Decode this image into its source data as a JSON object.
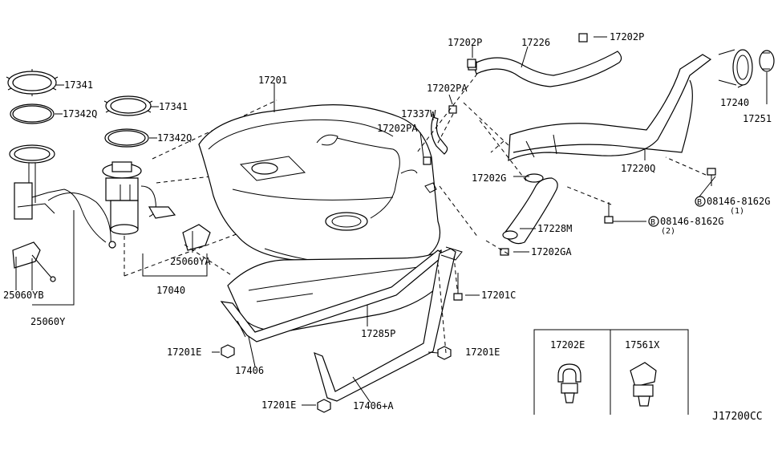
{
  "diagram_code": "J17200CC",
  "labels": {
    "p17341_a": "17341",
    "p17342q_a": "17342Q",
    "p17341_b": "17341",
    "p17342q_b": "17342Q",
    "p17201": "17201",
    "p17202p_a": "17202P",
    "p17226": "17226",
    "p17202p_b": "17202P",
    "p17202pa_a": "17202PA",
    "p17337w": "17337W",
    "p17202pa_b": "17202PA",
    "p17240": "17240",
    "p17251": "17251",
    "p17202g": "17202G",
    "p17220q": "17220Q",
    "p08146_1": "08146-8162G",
    "p08146_1_qty": "(1)",
    "p17228m": "17228M",
    "p08146_2": "08146-8162G",
    "p08146_2_qty": "(2)",
    "p17202ga": "17202GA",
    "p25060ya": "25060YA",
    "p17040": "17040",
    "p25060yb": "25060YB",
    "p25060y": "25060Y",
    "p17201c": "17201C",
    "p17285p": "17285P",
    "p17201e_a": "17201E",
    "p17201e_b": "17201E",
    "p17201e_c": "17201E",
    "p17406": "17406",
    "p17406a": "17406+A",
    "p17202e": "17202E",
    "p17561x": "17561X",
    "bolt_marker": "B"
  }
}
